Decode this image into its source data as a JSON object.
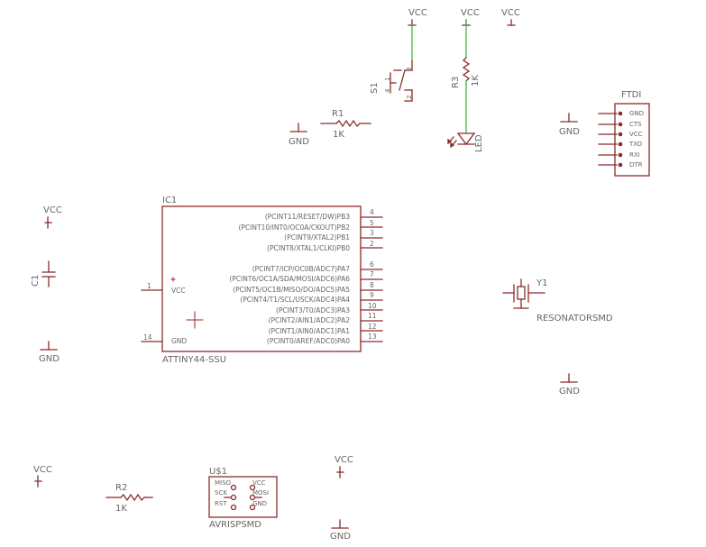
{
  "colors": {
    "symbol": "#8b2b2b",
    "label": "#666666",
    "wire": "#46b446",
    "background": "#ffffff"
  },
  "power": {
    "vcc_label": "VCC",
    "gnd_label": "GND"
  },
  "ic1": {
    "ref": "IC1",
    "value": "ATTINY44-SSU",
    "right_pins": [
      {
        "name": "(PCINT11/RESET/DW)PB3",
        "num": "4"
      },
      {
        "name": "(PCINT10/INT0/OC0A/CKOUT)PB2",
        "num": "5"
      },
      {
        "name": "(PCINT9/XTAL2)PB1",
        "num": "3"
      },
      {
        "name": "(PCINT8/XTAL1/CLKI)PB0",
        "num": "2"
      },
      {
        "name": "(PCINT7/ICP/OC0B/ADC7)PA7",
        "num": "6"
      },
      {
        "name": "(PCINT6/OC1A/SDA/MOSI/ADC6)PA6",
        "num": "7"
      },
      {
        "name": "(PCINT5/OC1B/MISO/DO/ADC5)PA5",
        "num": "8"
      },
      {
        "name": "(PCINT4/T1/SCL/USCK/ADC4)PA4",
        "num": "9"
      },
      {
        "name": "(PCINT3/T0/ADC3)PA3",
        "num": "10"
      },
      {
        "name": "(PCINT2/AIN1/ADC2)PA2",
        "num": "11"
      },
      {
        "name": "(PCINT1/AIN0/ADC1)PA1",
        "num": "12"
      },
      {
        "name": "(PCINT0/AREF/ADC0)PA0",
        "num": "13"
      }
    ],
    "left_pins": [
      {
        "name": "VCC",
        "num": "1"
      },
      {
        "name": "GND",
        "num": "14"
      }
    ]
  },
  "c1": {
    "ref": "C1"
  },
  "r1": {
    "ref": "R1",
    "value": "1K"
  },
  "r2": {
    "ref": "R2",
    "value": "1K"
  },
  "r3": {
    "ref": "R3",
    "value": "1K"
  },
  "s1": {
    "ref": "S1",
    "pin_a": "1",
    "pin_b": "2",
    "pin_c": "3",
    "pin_d": "4"
  },
  "led": {
    "value": "LED"
  },
  "y1": {
    "ref": "Y1",
    "value": "RESONATORSMD"
  },
  "ftdi": {
    "name": "FTDI",
    "pins": [
      "GND",
      "CTS",
      "VCC",
      "TXO",
      "RXI",
      "DTR"
    ]
  },
  "isp": {
    "ref": "U$1",
    "value": "AVRISPSMD",
    "left_pins": [
      "MISO",
      "SCK",
      "RST"
    ],
    "right_pins": [
      "VCC",
      "MOSI",
      "GND"
    ]
  }
}
